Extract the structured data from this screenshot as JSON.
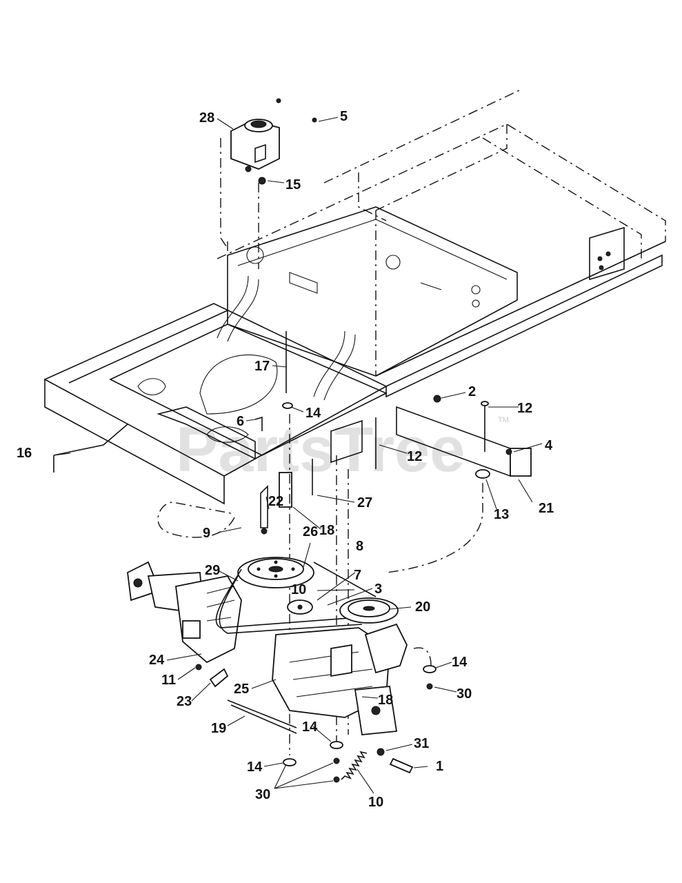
{
  "watermark": {
    "text": "PartsTree",
    "trademark": "TM"
  },
  "callouts": [
    "1",
    "2",
    "3",
    "4",
    "5",
    "6",
    "7",
    "8",
    "9",
    "10",
    "10",
    "11",
    "12",
    "12",
    "13",
    "14",
    "14",
    "14",
    "14",
    "15",
    "16",
    "17",
    "18",
    "18",
    "19",
    "20",
    "21",
    "22",
    "23",
    "24",
    "25",
    "26",
    "27",
    "28",
    "29",
    "30",
    "30",
    "31"
  ]
}
